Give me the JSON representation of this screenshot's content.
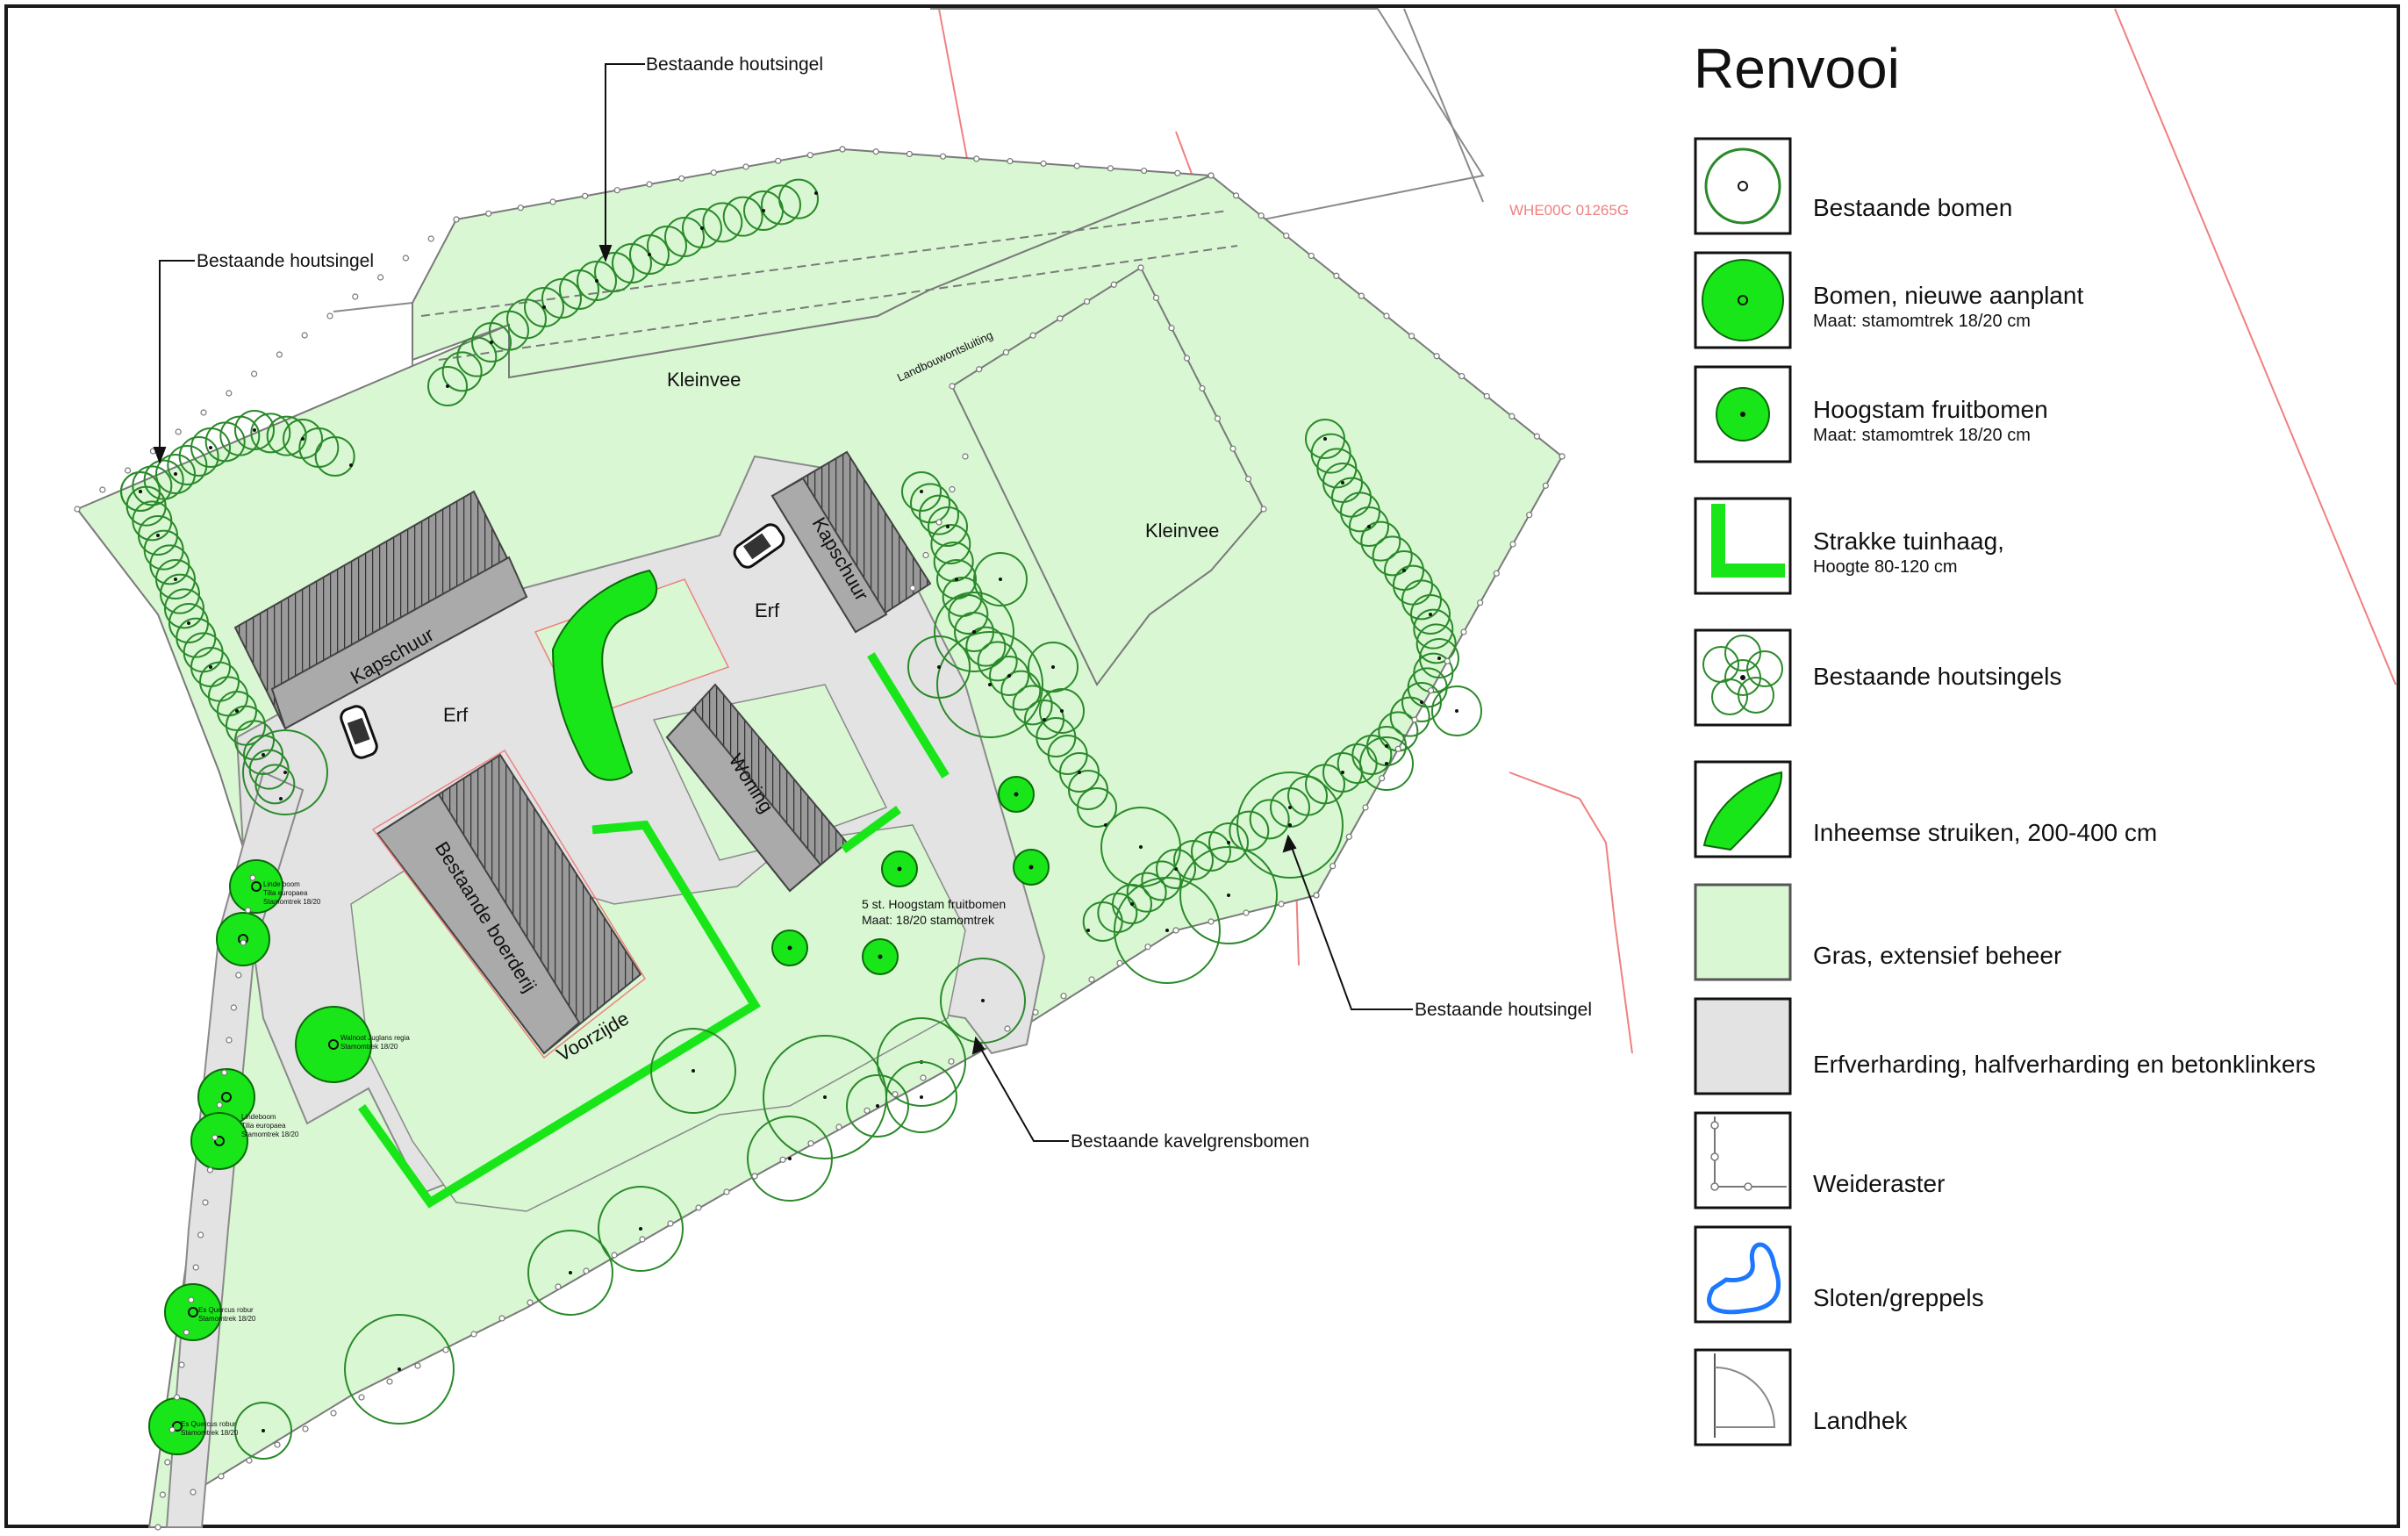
{
  "map": {
    "annotations": {
      "houtsingel_top": "Bestaande houtsingel",
      "houtsingel_left": "Bestaande houtsingel",
      "houtsingel_right": "Bestaande houtsingel",
      "kavelgrensbomen": "Bestaande kavelgrensbomen",
      "parcel_code": "WHE00C 01265G",
      "landbouw": "Landbouwontsluiting",
      "fruit_note_1": "5 st. Hoogstam fruitbomen",
      "fruit_note_2": "Maat: 18/20 stamomtrek"
    },
    "areas": {
      "kleinvee_1": "Kleinvee",
      "kleinvee_2": "Kleinvee",
      "erf_1": "Erf",
      "erf_2": "Erf",
      "voorzijde": "Voorzijde"
    },
    "buildings": {
      "kapschuur_1": "Kapschuur",
      "kapschuur_2": "Kapschuur",
      "woning": "Woning",
      "boerderij": "Bestaande boerderij"
    },
    "tree_labels": {
      "t1a": "Linde boom",
      "t1b": "Tilia europaea",
      "t1c": "Stamomtrek 18/20",
      "t2a": "Walnoot Juglans regia",
      "t2b": "Stamomtrek 18/20",
      "t3a": "Lindeboom",
      "t3b": "Tilia europaea",
      "t3c": "Stamomtrek 18/20",
      "t4a": "Es Quercus robur",
      "t4b": "Stamomtrek 18/20",
      "t5a": "Es Quercus robur",
      "t5b": "Stamomtrek 18/20"
    }
  },
  "legend": {
    "title": "Renvooi",
    "items": [
      {
        "label": "Bestaande bomen",
        "sub": "",
        "icon": "existing-tree-icon"
      },
      {
        "label": "Bomen, nieuwe aanplant",
        "sub": "Maat: stamomtrek 18/20 cm",
        "icon": "new-tree-icon"
      },
      {
        "label": "Hoogstam fruitbomen",
        "sub": "Maat: stamomtrek 18/20 cm",
        "icon": "fruit-tree-icon"
      },
      {
        "label": "Strakke tuinhaag,",
        "sub": "Hoogte 80-120 cm",
        "icon": "hedge-icon"
      },
      {
        "label": "Bestaande houtsingels",
        "sub": "",
        "icon": "tree-belt-icon"
      },
      {
        "label": "Inheemse struiken, 200-400 cm",
        "sub": "",
        "icon": "native-shrubs-icon"
      },
      {
        "label": "Gras, extensief beheer",
        "sub": "",
        "icon": "grass-icon"
      },
      {
        "label": "Erfverharding, halfverharding en betonklinkers",
        "sub": "",
        "icon": "paving-icon"
      },
      {
        "label": "Weideraster",
        "sub": "",
        "icon": "pasture-fence-icon"
      },
      {
        "label": "Sloten/greppels",
        "sub": "",
        "icon": "ditch-icon"
      },
      {
        "label": "Landhek",
        "sub": "",
        "icon": "gate-icon"
      }
    ]
  },
  "colors": {
    "grass": "#d9f7d3",
    "paving": "#e3e3e3",
    "building": "#a9a9a9",
    "bright_green": "#19e619",
    "tree_outline": "#2a8a2a",
    "ditch": "#1e78ff",
    "cadastral": "#f08080"
  }
}
